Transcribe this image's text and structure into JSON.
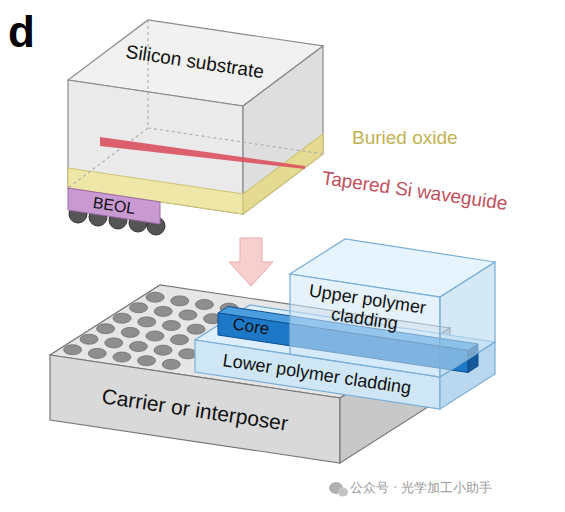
{
  "diagram": {
    "nodes": [
      {
        "text": [
          "Silicon substrate"
        ]
      },
      {
        "text": [
          "BEOL"
        ]
      },
      {
        "text": [
          "Upper polymer cladding"
        ]
      },
      {
        "text": [
          "Core"
        ]
      },
      {
        "text": [
          "Lower polymer cladding"
        ]
      },
      {
        "text": [
          "Carrier or interposer"
        ]
      }
    ],
    "labels": [
      "d",
      "Buried oxide",
      "Tapered Si waveguide",
      "公众号 · 光学加工小助手"
    ]
  }
}
